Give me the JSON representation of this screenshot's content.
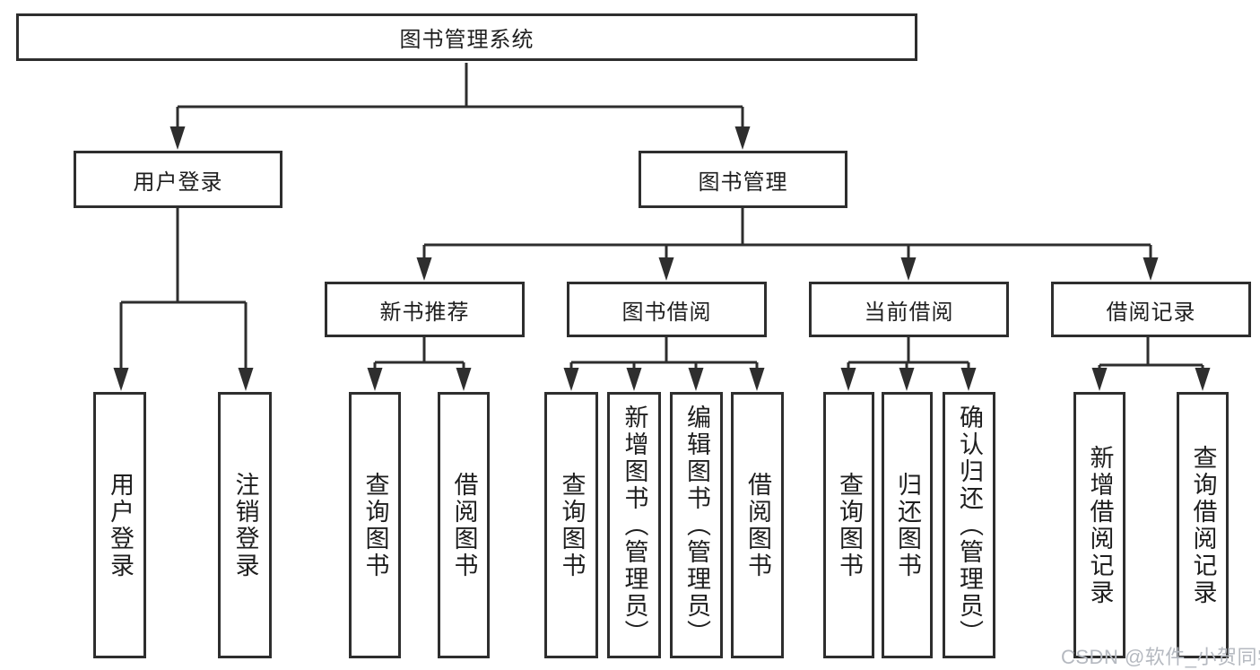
{
  "diagram": {
    "title": "图书管理系统",
    "root": {
      "label": "图书管理系统"
    },
    "branches": [
      {
        "label": "用户登录",
        "children": [
          {
            "label": "用户登录"
          },
          {
            "label": "注销登录"
          }
        ]
      },
      {
        "label": "图书管理",
        "children": [
          {
            "label": "新书推荐",
            "children": [
              {
                "label": "查询图书"
              },
              {
                "label": "借阅图书"
              }
            ]
          },
          {
            "label": "图书借阅",
            "children": [
              {
                "label": "查询图书"
              },
              {
                "label": "新增图书（管理员）"
              },
              {
                "label": "编辑图书（管理员）"
              },
              {
                "label": "借阅图书"
              }
            ]
          },
          {
            "label": "当前借阅",
            "children": [
              {
                "label": "查询图书"
              },
              {
                "label": "归还图书"
              },
              {
                "label": "确认归还（管理员）"
              }
            ]
          },
          {
            "label": "借阅记录",
            "children": [
              {
                "label": "新增借阅记录"
              },
              {
                "label": "查询借阅记录"
              }
            ]
          }
        ]
      }
    ]
  },
  "colors": {
    "line": "#2e2e2e",
    "box_border": "#2e2e2e",
    "text": "#1e1e1e",
    "watermark": "#b5b9c0",
    "background": "#ffffff"
  },
  "watermark": {
    "text": "CSDN @软件_小贺同学"
  }
}
